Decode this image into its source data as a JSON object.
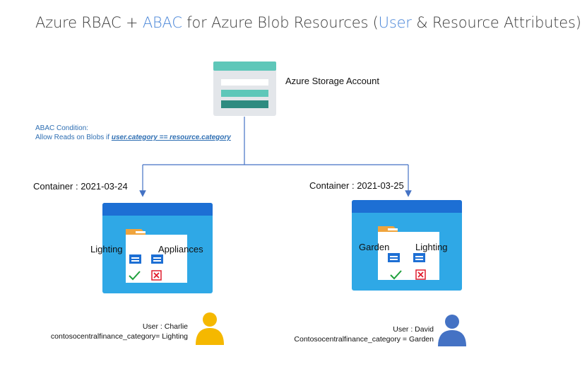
{
  "title": {
    "part1": "Azure RBAC + ",
    "part2": "ABAC",
    "part3": " for Azure Blob Resources (",
    "part4": "User",
    "part5": " & Resource Attributes)"
  },
  "storage_account": {
    "label": "Azure Storage Account"
  },
  "abac_condition": {
    "line1": "ABAC Condition:",
    "line2_prefix": "Allow Reads on Blobs if ",
    "expression": "user.category == resource.category"
  },
  "containers": [
    {
      "label": "Container : 2021-03-24",
      "categories": [
        "Lighting",
        "Appliances"
      ],
      "user_line1": "User : Charlie",
      "user_line2": "contosocentralfinance_category= Lighting",
      "user_color": "#f5b800"
    },
    {
      "label": "Container : 2021-03-25",
      "categories": [
        "Garden",
        "Lighting"
      ],
      "user_line1": "User : David",
      "user_line2": "Contosocentralfinance_category = Garden",
      "user_color": "#4472c4"
    }
  ],
  "colors": {
    "accent": "#4a86d8",
    "storage_teal": "#5ec7b9",
    "storage_dark": "#2e8b80",
    "container_blue": "#2fa8e6",
    "container_top": "#1d6fd4",
    "arrow": "#4472c4",
    "folder_orange": "#f0a43c",
    "check_green": "#1ea03c",
    "deny_red": "#e11d2d"
  },
  "icons": [
    "storage-account-icon",
    "container-icon",
    "folder-icon",
    "blob-icon",
    "check-icon",
    "deny-icon",
    "user-icon"
  ]
}
